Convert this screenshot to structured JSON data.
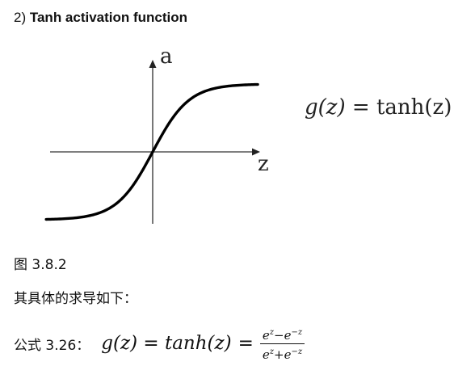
{
  "heading": {
    "number": "2)",
    "title": "Tanh activation function"
  },
  "chart": {
    "type": "line",
    "function": "tanh",
    "y_axis_label": "a",
    "x_axis_label": "z"
  },
  "side_formula": {
    "lhs": "g(z)",
    "eq": "=",
    "rhs": "tanh(z)"
  },
  "figure_caption": "图 3.8.2",
  "paragraph": "其具体的求导如下：",
  "equation": {
    "label": "公式 3.26：",
    "lhs": "g(z) = tanh(z)",
    "eq": "=",
    "numerator": {
      "a": "e",
      "a_exp": "z",
      "op": "−",
      "b": "e",
      "b_exp": "−z"
    },
    "denominator": {
      "a": "e",
      "a_exp": "z",
      "op": "+",
      "b": "e",
      "b_exp": "−z"
    }
  }
}
